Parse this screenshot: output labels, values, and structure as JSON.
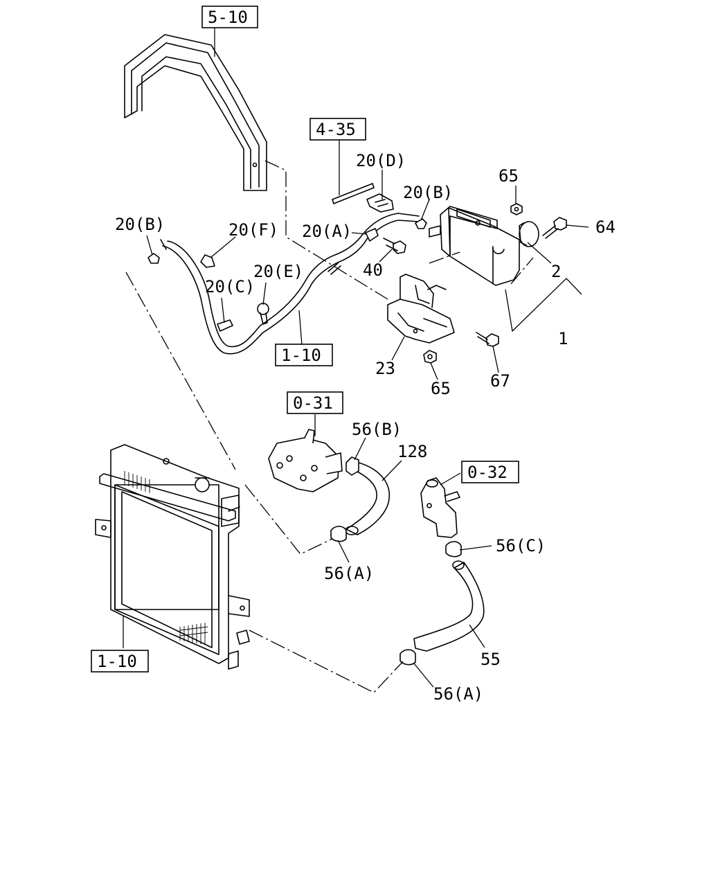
{
  "refs": {
    "r5_10": "5-10",
    "r4_35": "4-35",
    "r1_10_top": "1-10",
    "r0_31": "0-31",
    "r0_32": "0-32",
    "r1_10_bottom": "1-10"
  },
  "labels": {
    "l20D": "20(D)",
    "l20B_right": "20(B)",
    "l65_top": "65",
    "l64": "64",
    "l20B_left": "20(B)",
    "l20F": "20(F)",
    "l20A": "20(A)",
    "l40": "40",
    "l20E": "20(E)",
    "l20C": "20(C)",
    "l2": "2",
    "l1": "1",
    "l23": "23",
    "l65_bottom": "65",
    "l67": "67",
    "l56B": "56(B)",
    "l128": "128",
    "l56C": "56(C)",
    "l56A_upper": "56(A)",
    "l55": "55",
    "l56A_lower": "56(A)"
  }
}
